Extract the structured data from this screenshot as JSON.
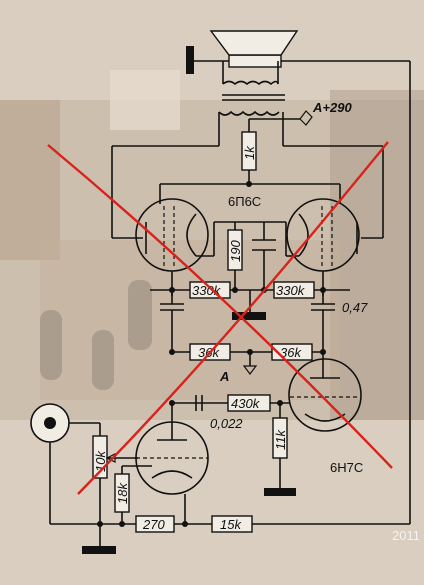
{
  "colors": {
    "ink": "#111111",
    "strike": "#d8221c",
    "resistor_fill": "#f2ede4",
    "photo_tint": "#c9b9a6"
  },
  "labels": {
    "supply": "A+290",
    "tap_a": "A",
    "output_tube": "6П6С",
    "driver_tube": "6Н7С",
    "year": "2011"
  },
  "components": {
    "r_1k": "1k",
    "r_190": "190",
    "r_330k_left": "330k",
    "r_330k_right": "330k",
    "c_047": "0,47",
    "r_36k_left": "36k",
    "r_36k_right": "36k",
    "r_430k": "430k",
    "c_0022": "0,022",
    "r_11k": "11k",
    "r_10k": "10k",
    "r_18k": "18k",
    "r_270": "270",
    "r_15k": "15k"
  }
}
